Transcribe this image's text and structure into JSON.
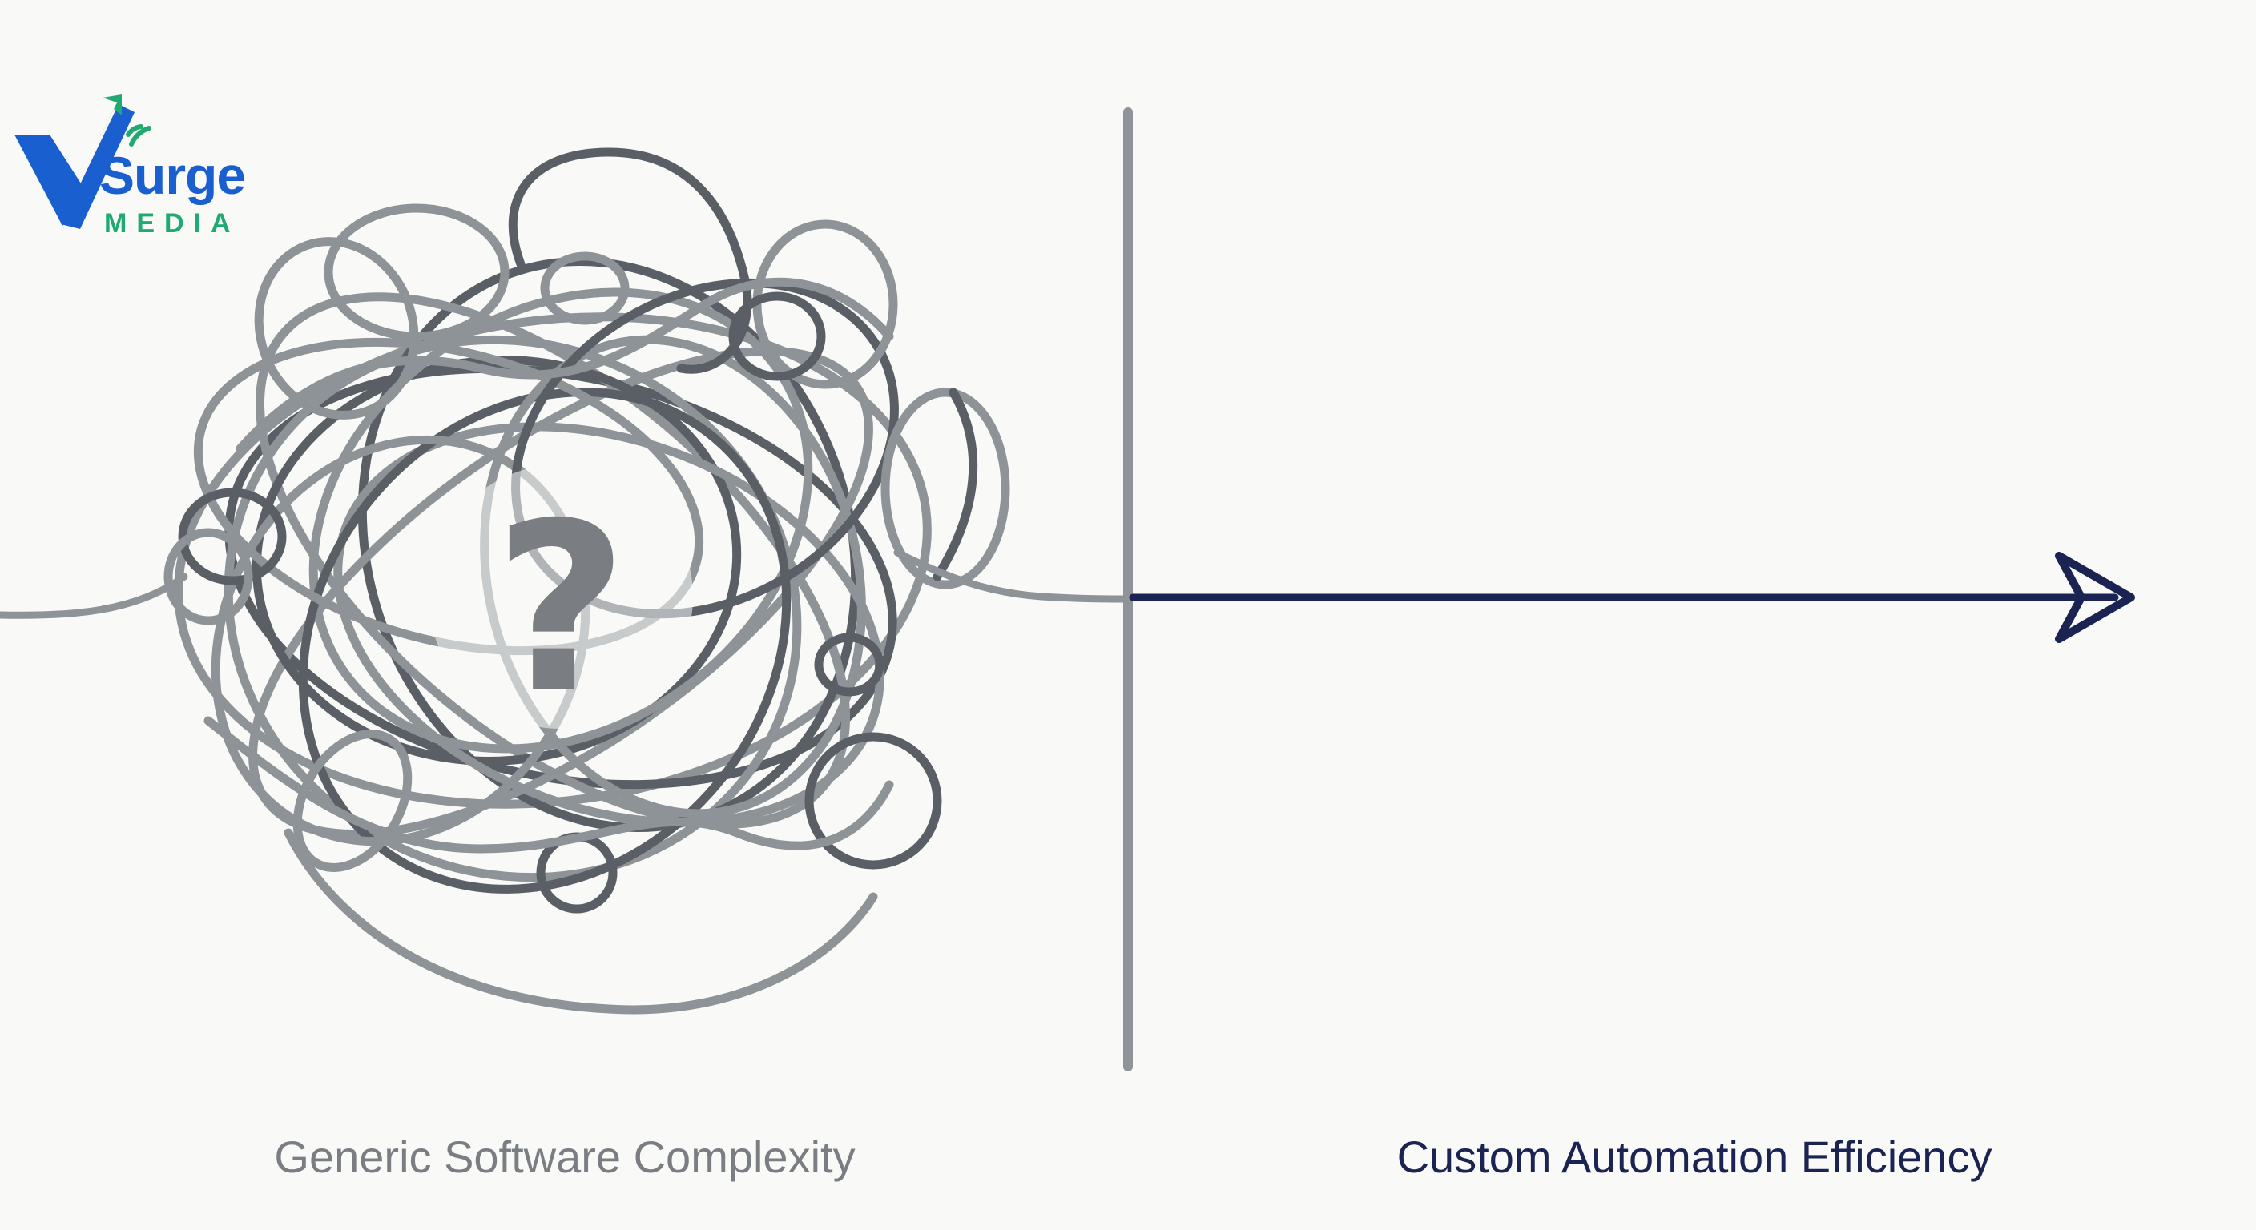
{
  "logo": {
    "word": "Surge",
    "sub": "MEDIA",
    "mark_icon": "v-arrow-signal-icon"
  },
  "diagram": {
    "left_label": "Generic Software Complexity",
    "right_label": "Custom Automation Efficiency",
    "center_symbol": "?",
    "icons": {
      "tangle": "tangled-lines-icon",
      "divider": "vertical-divider-line",
      "arrow": "arrow-right-icon"
    }
  },
  "colors": {
    "background": "#f9f9f8",
    "tangle_dark": "#5a5f66",
    "tangle_light": "#8d9396",
    "divider": "#8f9498",
    "arrow": "#1a2352",
    "left_label": "#7a7e82",
    "right_label": "#1a2352",
    "logo_blue": "#1a5fd0",
    "logo_green": "#1faa72"
  }
}
